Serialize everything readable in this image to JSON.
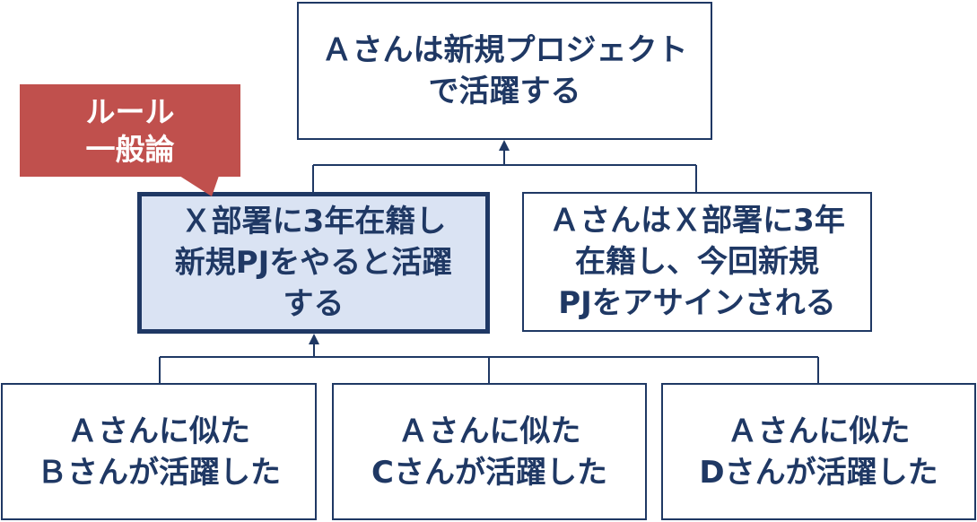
{
  "conclusion": {
    "lines": [
      "Ａさんは新規プロジェクト",
      "で活躍する"
    ]
  },
  "callout": {
    "lines": [
      "ルール",
      "一般論"
    ],
    "color": "#c0504d"
  },
  "rule_box": {
    "lines": [
      "Ｘ部署に3年在籍し",
      "新規PJをやると活躍",
      "する"
    ],
    "highlight_color": "#dae3f3"
  },
  "fact_box": {
    "lines": [
      "ＡさんはＸ部署に3年",
      "在籍し、今回新規",
      "PJをアサインされる"
    ]
  },
  "evidence": [
    {
      "lines": [
        "Ａさんに似た",
        "Ｂさんが活躍した"
      ]
    },
    {
      "lines": [
        "Ａさんに似た",
        "Cさんが活躍した"
      ]
    },
    {
      "lines": [
        "Ａさんに似た",
        "Dさんが活躍した"
      ]
    }
  ],
  "colors": {
    "border": "#1f3864",
    "text": "#1f3864"
  }
}
